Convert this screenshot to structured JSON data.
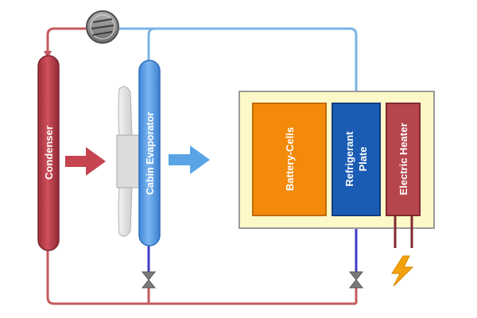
{
  "components": {
    "condenser": {
      "label": "Condenser",
      "color": "#b83a48"
    },
    "evaporator": {
      "label": "Cabin Evaporator",
      "color": "#5a9ee8"
    },
    "battery": {
      "label": "Battery-Cells",
      "color": "#f38a0c"
    },
    "refrigerant_plate": {
      "label_line1": "Refrigerant",
      "label_line2": "Plate",
      "color": "#1a5cb3"
    },
    "heater": {
      "label": "Electric Heater",
      "color": "#b7454d"
    }
  },
  "colors": {
    "hot_line": "#c55a5e",
    "cold_line": "#7ab4e6",
    "expansion_line": "#3f3ec7",
    "pack_frame": "#fcf8c8",
    "compressor": "#8a8a8a",
    "fan": "#e6e6e6",
    "arrow_hot": "#c6444f",
    "arrow_cold": "#5aa4e6",
    "lightning": "#f2a20d"
  },
  "icons": {
    "compressor": "compressor-icon",
    "fan": "fan-icon",
    "valves": "expansion-valve-icon",
    "power": "lightning-bolt-icon"
  }
}
